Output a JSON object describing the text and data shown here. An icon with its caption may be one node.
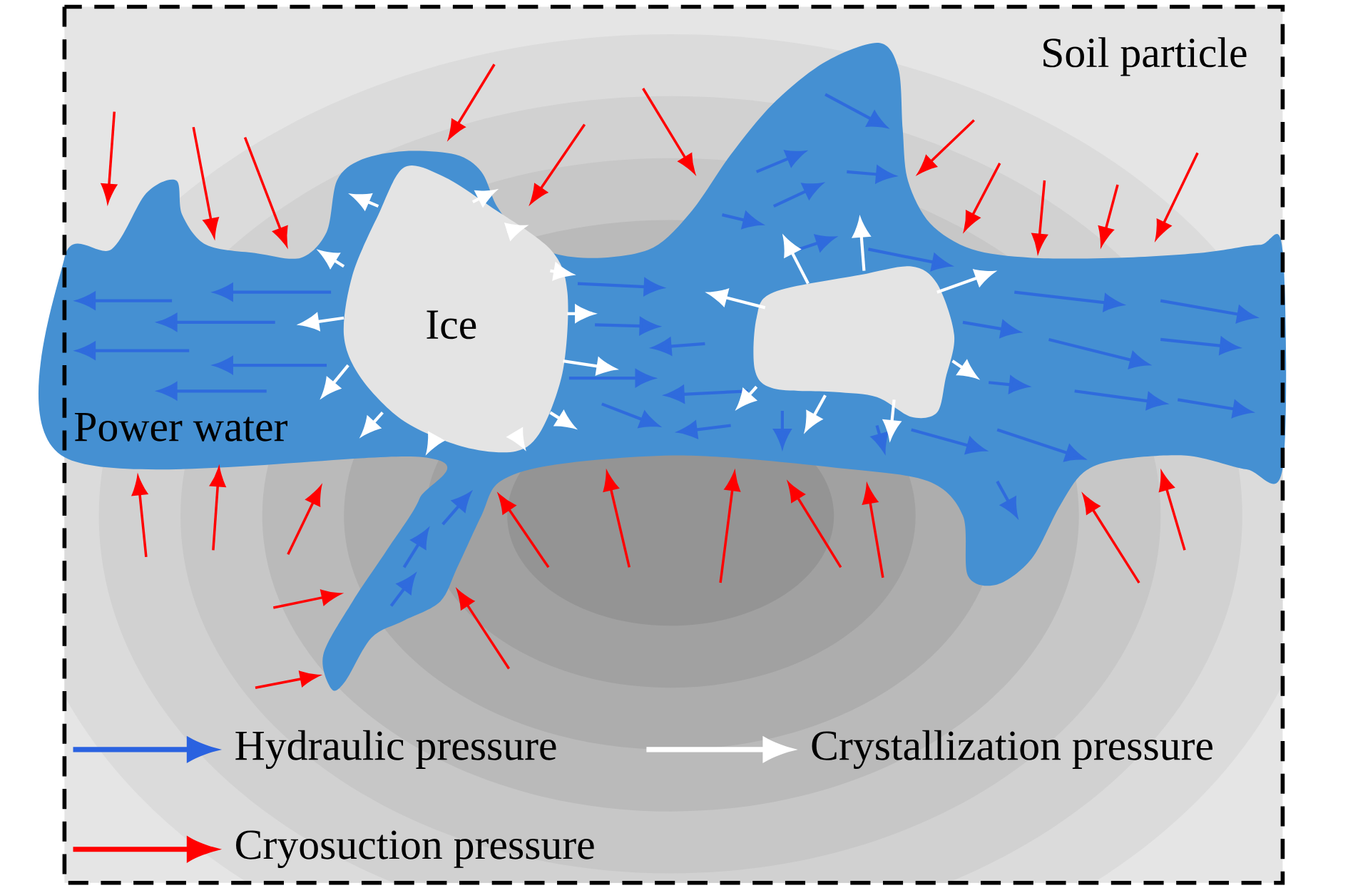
{
  "diagram": {
    "labels": [
      "Soil particle",
      "Ice",
      "Power water"
    ],
    "legend": [
      {
        "text": "Hydraulic pressure"
      },
      {
        "text": "Crystallization pressure"
      },
      {
        "text": "Cryosuction pressure"
      }
    ]
  }
}
